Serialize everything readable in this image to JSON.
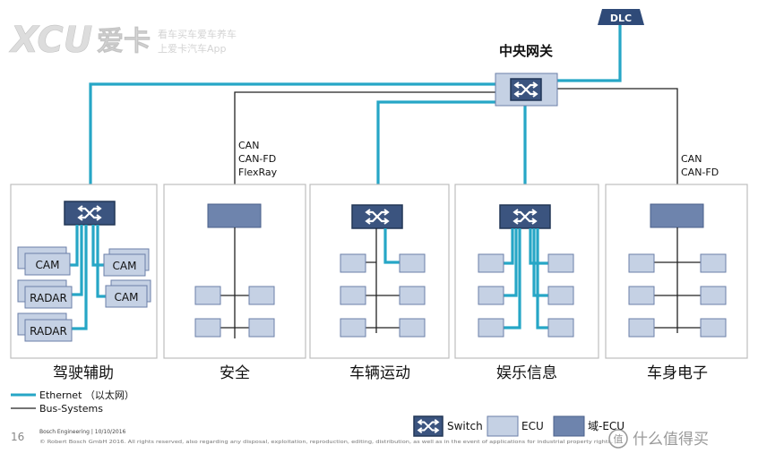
{
  "watermark": {
    "brand": "爱卡",
    "line1": "看车买车爱车养车",
    "line2": "上爱卡汽车App"
  },
  "dlc": "DLC",
  "gateway_title": "中央网关",
  "bus_label_safety": [
    "CAN",
    "CAN-FD",
    "FlexRay"
  ],
  "bus_label_body": [
    "CAN",
    "CAN-FD"
  ],
  "adas_devices": [
    "CAM",
    "CAM",
    "RADAR",
    "CAM",
    "RADAR"
  ],
  "domains": [
    "驾驶辅助",
    "安全",
    "车辆运动",
    "娱乐信息",
    "车身电子"
  ],
  "legend": {
    "ethernet": "Ethernet （以太网）",
    "bus": "Bus-Systems",
    "switch": "Switch",
    "ecu": "ECU",
    "domain_ecu": "域-ECU"
  },
  "footer": {
    "page": "16",
    "source": "Bosch Engineering | 10/10/2016",
    "copyright": "© Robert Bosch GmbH 2016. All rights reserved, also regarding any disposal, exploitation, reproduction, editing, distribution, as well as in the event of applications for industrial property rights."
  },
  "corner_watermark": "什么值得买",
  "colors": {
    "ethernet": "#26a6c6",
    "domain_ecu": "#6e84ad",
    "ecu": "#c5d1e4",
    "switch": "#3b547f"
  }
}
